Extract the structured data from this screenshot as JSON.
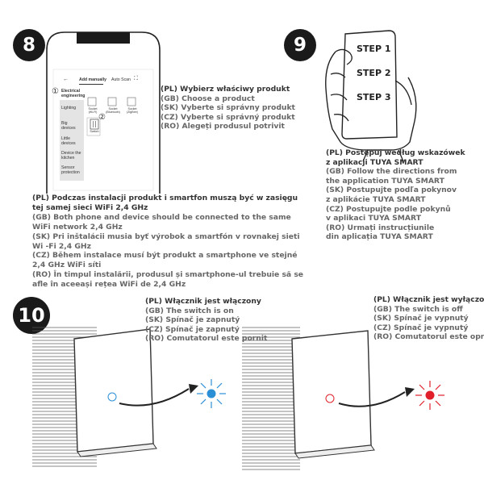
{
  "steps": {
    "s8": "8",
    "s9": "9",
    "s10": "10"
  },
  "phone_app": {
    "back_arrow": "←",
    "tab_manual": "Add manually",
    "tab_auto": "Auto Scan",
    "marker_1": "①",
    "marker_2": "②",
    "category_header": "Electrical engineering",
    "categories": [
      "Lighting",
      "Big devices",
      "Little devices",
      "Device the kitchen",
      "Sensor protection"
    ],
    "products": [
      "Socket (Wi-Fi)",
      "Socket (Bluetooth)",
      "Socket (ZigBee)"
    ],
    "selected_product": "Switch"
  },
  "step9_card": {
    "lines": [
      "STEP 1",
      "STEP 2",
      "STEP 3"
    ]
  },
  "text_choose": [
    "(PL) Wybierz właściwy produkt",
    "(GB) Choose a product",
    "(SK) Vyberte si správny produkt",
    "(CZ) Vyberte si správný produkt",
    "(RO) Alegeți produsul potrivit"
  ],
  "text_follow": [
    "(PL) Postępuj według wskazówek",
    "z aplikacji TUYA SMART",
    "(GB) Follow the directions from",
    "the application TUYA SMART",
    "(SK) Postupujte podľa pokynov",
    "z aplikácie TUYA SMART",
    "(CZ) Postupujte podle pokynů",
    "v aplikaci TUYA SMART",
    "(RO) Urmați instrucțiunile",
    "din aplicația TUYA SMART"
  ],
  "text_install": [
    "(PL) Podczas instalacji produkt i smartfon muszą być w zasięgu",
    "tej samej sieci WiFi 2,4 GHz",
    "(GB) Both phone and device should be connected to the same",
    "WiFi network 2,4 GHz",
    "(SK) Pri inštalácii musia byť výrobok a smartfón v rovnakej sieti",
    "Wi -Fi 2,4 GHz",
    "(CZ) Během instalace musí být produkt a smartphone ve stejné",
    "2,4 GHz WiFi síti",
    "(RO) În timpul instalării, produsul și smartphone-ul trebuie să se",
    "afle în aceeași rețea WiFi de 2,4 GHz"
  ],
  "text_on": [
    "(PL) Włącznik jest włączony",
    "(GB) The switch is on",
    "(SK) Spínač je zapnutý",
    "(CZ) Spínač  je zapnutý",
    "(RO) Comutatorul este pornit"
  ],
  "text_off": [
    "(PL) Włącznik jest wyłączony",
    "(GB) The switch is off",
    "(SK) Spínač je vypnutý",
    "(CZ) Spínač je vypnutý",
    "(RO) Comutatorul este oprit"
  ],
  "colors": {
    "on": "#2b8fd6",
    "off": "#e0202a",
    "badge": "#1a1a1a"
  }
}
